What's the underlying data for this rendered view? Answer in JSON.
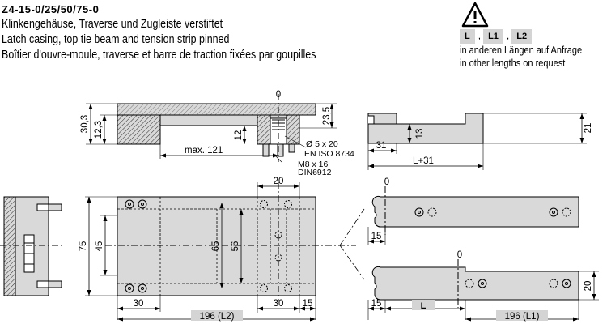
{
  "title": {
    "code": "Z4-15-0/25/50/75-0",
    "de": "Klinkengehäuse, Traverse und Zugleiste verstiftet",
    "en": "Latch casing, top tie beam and tension strip pinned",
    "fr": "Boîtier d'ouvre-moule, traverse et barre de traction fixées par goupilles"
  },
  "notice": {
    "icon": "warning-triangle-icon",
    "tags": [
      "L",
      "L1",
      "L2"
    ],
    "separator": ",",
    "de": "in anderen Längen auf Anfrage",
    "en": "in other lengths on request"
  },
  "dims": {
    "d0_top": "0",
    "d30_3": "30,3",
    "d12_3": "12,3",
    "d12": "12",
    "d23_5": "23,5",
    "max121": "max. 121",
    "pin": "Ø 5 x 20",
    "pin_std": "EN ISO 8734",
    "screw": "M8 x 16",
    "screw_std": "DIN6912",
    "d13": "13",
    "d21": "21",
    "d31": "31",
    "l31": "L+31",
    "d20_top": "20",
    "d75": "75",
    "d45": "45",
    "d65": "65",
    "d56": "56",
    "d30_left": "30",
    "l196_l2": "196 (L2)",
    "d30_right": "30",
    "d15_right": "15",
    "d0_strip1": "0",
    "d15_strip1": "15",
    "d0_strip2": "0",
    "d20_strip2": "20",
    "d15_strip2": "15",
    "l_tag": "L",
    "l196_l1": "196 (L1)"
  },
  "colors": {
    "line": "#000000",
    "part_fill": "#d9d9d9",
    "tag_fill": "#d4d4d4"
  }
}
